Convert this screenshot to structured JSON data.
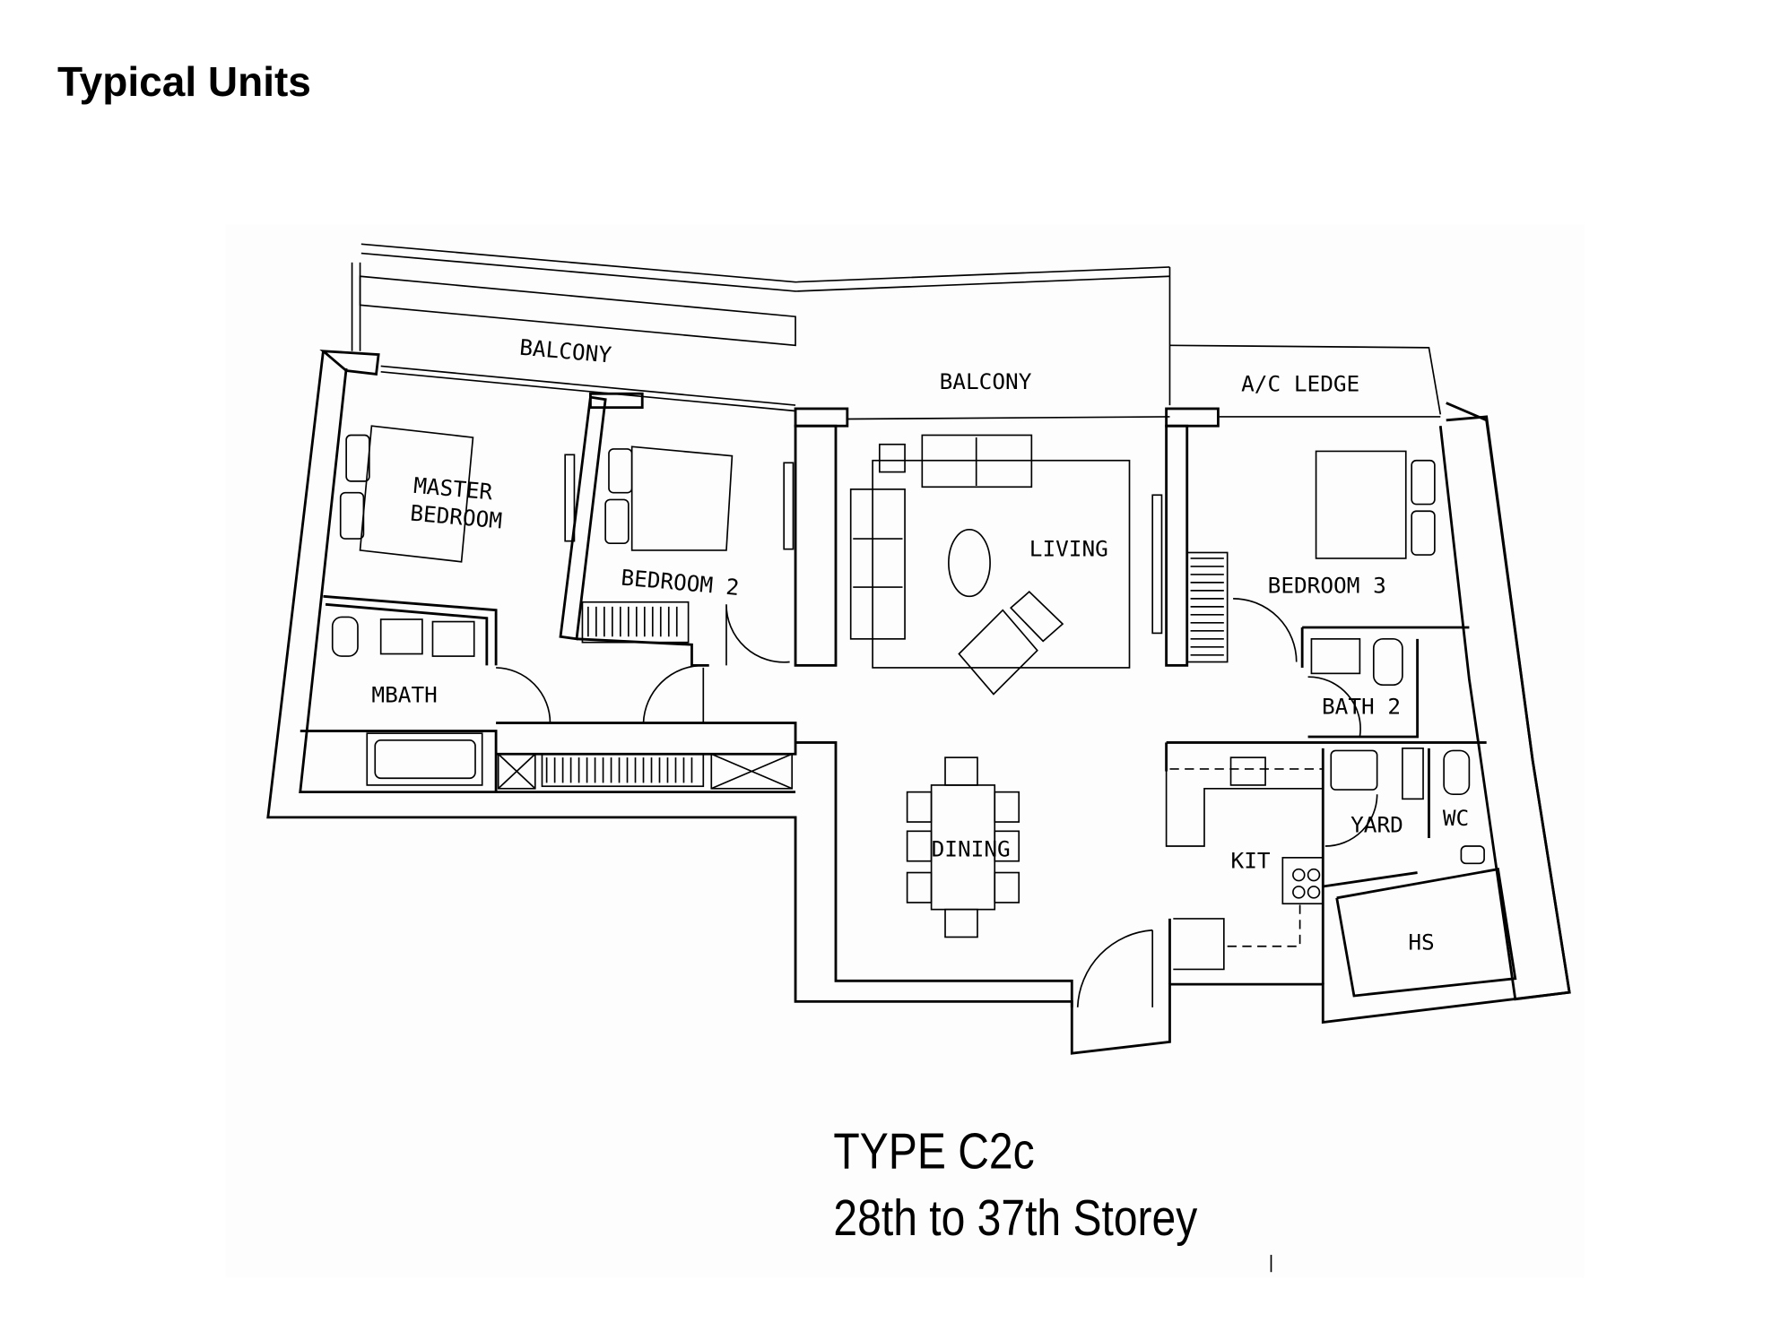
{
  "page": {
    "title": "Typical Units"
  },
  "plan": {
    "rooms": {
      "balcony_left": "BALCONY",
      "balcony_center": "BALCONY",
      "ac_ledge": "A/C LEDGE",
      "master_bedroom_1": "MASTER",
      "master_bedroom_2": "BEDROOM",
      "bedroom2": "BEDROOM 2",
      "living": "LIVING",
      "bedroom3": "BEDROOM 3",
      "mbath": "MBATH",
      "bath2": "BATH 2",
      "dining": "DINING",
      "kit": "KIT",
      "yard": "YARD",
      "wc": "WC",
      "hs": "HS"
    },
    "unit_type": "TYPE C2c",
    "storey": "28th to 37th Storey"
  }
}
